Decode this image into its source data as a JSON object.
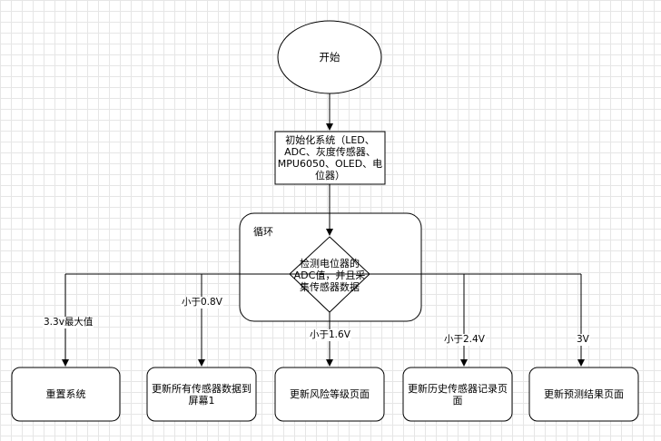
{
  "nodes": {
    "start": "开始",
    "init": "初始化系统（LED、ADC、灰度传感器、MPU6050、OLED、电位器）",
    "loop": "循环",
    "decision": "检测电位器的ADC值，并且采集传感器数据",
    "reset": "重置系统",
    "update_all": "更新所有传感器数据到屏幕1",
    "update_risk": "更新风险等级页面",
    "update_history": "更新历史传感器记录页面",
    "update_predict": "更新预测结果页面"
  },
  "edges": {
    "max": "3.3v最大值",
    "lt08": "小于0.8V",
    "lt16": "小于1.6V",
    "lt24": "小于2.4V",
    "v3": "3V"
  }
}
